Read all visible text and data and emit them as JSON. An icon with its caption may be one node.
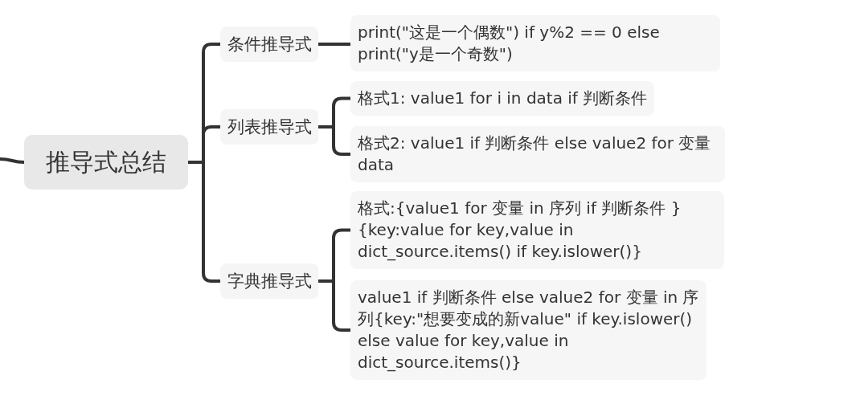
{
  "diagram": {
    "nodes": [
      {
        "text": [
          "推导式总结"
        ]
      },
      {
        "text": [
          "条件推导式"
        ]
      },
      {
        "text": [
          "列表推导式"
        ]
      },
      {
        "text": [
          "字典推导式"
        ]
      },
      {
        "text": [
          "print(\"这是一个偶数\") if y%2 == 0 else print(\"y是一个奇数\")"
        ]
      },
      {
        "text": [
          "格式1: value1 for i in data if 判断条件"
        ]
      },
      {
        "text": [
          "格式2: value1 if 判断条件 else value2 for 变量 data"
        ]
      },
      {
        "text": [
          "格式:{value1 for 变量 in 序列 if 判断条件 }{key:value for key,value in dict_source.items() if key.islower()}"
        ]
      },
      {
        "text": [
          "value1 if 判断条件 else value2 for 变量 in 序列{key:\"想要变成的新value\" if key.islower() else value for key,value in dict_source.items()}"
        ]
      }
    ],
    "edges": [
      {
        "from": null,
        "to": 0,
        "arrow": "none"
      },
      {
        "from": 0,
        "to": 1,
        "arrow": "none"
      },
      {
        "from": 0,
        "to": 2,
        "arrow": "none"
      },
      {
        "from": 0,
        "to": 3,
        "arrow": "none"
      },
      {
        "from": 1,
        "to": 4,
        "arrow": "none"
      },
      {
        "from": 2,
        "to": 5,
        "arrow": "none"
      },
      {
        "from": 2,
        "to": 6,
        "arrow": "none"
      },
      {
        "from": 3,
        "to": 7,
        "arrow": "none"
      },
      {
        "from": 3,
        "to": 8,
        "arrow": "none"
      }
    ]
  }
}
